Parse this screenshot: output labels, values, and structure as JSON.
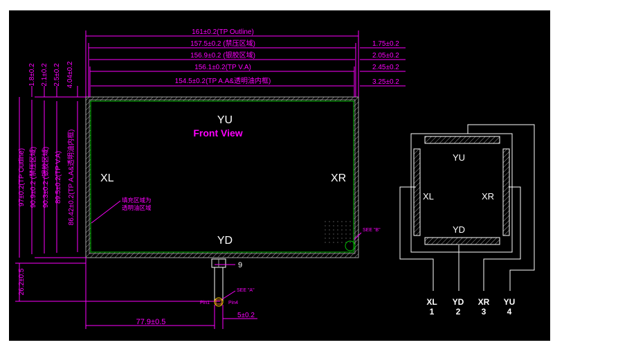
{
  "top_dims": {
    "tp_outline": "161±0.2(TP Outline)",
    "pressure_area": "157.5±0.2 (禁压区域)",
    "silver_area": "156.9±0.2 (银胶区域)",
    "tp_va": "156.1±0.2(TP V.A)",
    "tp_aa": "154.5±0.2(TP A.A&透明油内框)"
  },
  "right_dims": [
    "1.75±0.2",
    "2.05±0.2",
    "2.45±0.2",
    "3.25±0.2"
  ],
  "left_top_dims": [
    "1.8±0.2",
    "2.1±0.2",
    "2.5±0.2",
    "4.04±0.2"
  ],
  "left_dims": {
    "tp_outline": "97±0.2(TP Outline)",
    "pressure_area": "90.9±0.2 (禁压区域)",
    "silver_area": "90.3±0.2 (银胶区域)",
    "tp_va": "89.5±0.2(TP V.A)",
    "tp_aa": "86.42±0.2(TP A.A&透明油内框)"
  },
  "front_view": {
    "yu": "YU",
    "title": "Front View",
    "xl": "XL",
    "xr": "XR",
    "yd": "YD",
    "fill_note_line1": "填充区域为",
    "fill_note_line2": "透明油区域",
    "see_b": "SEE \"B\""
  },
  "tail": {
    "width": "9",
    "see_a": "SEE \"A\"",
    "pin1": "Pin1",
    "pin4": "Pin4",
    "height": "26.2±0.5",
    "offset": "77.9±0.5",
    "pitch": "5±0.2"
  },
  "schematic": {
    "yu": "YU",
    "xl": "XL",
    "xr": "XR",
    "yd": "YD"
  },
  "pins": [
    {
      "name": "XL",
      "num": "1"
    },
    {
      "name": "YD",
      "num": "2"
    },
    {
      "name": "XR",
      "num": "3"
    },
    {
      "name": "YU",
      "num": "4"
    }
  ],
  "colors": {
    "dimension": "#ff00ff",
    "text": "#ffffff",
    "aa_line": "#00c000",
    "hatch": "#a8a8a8",
    "background": "#000000"
  }
}
